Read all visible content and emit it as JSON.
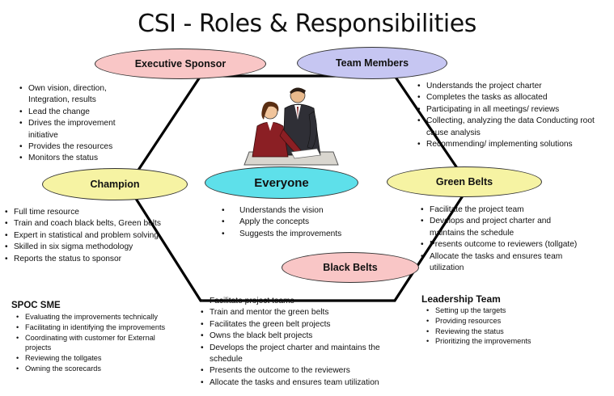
{
  "title": "CSI - Roles & Responsibilities",
  "colors": {
    "executive_sponsor": "#f9c6c6",
    "team_members": "#c6c6f2",
    "champion": "#f6f3a3",
    "green_belts": "#f6f3a3",
    "everyone": "#5ee0ea",
    "black_belts": "#f9c6c6"
  },
  "executive_sponsor": {
    "label": "Executive Sponsor",
    "items": [
      "Own vision, direction, Integration, results",
      "Lead the change",
      "Drives the improvement initiative",
      "Provides the resources",
      "Monitors the status"
    ]
  },
  "team_members": {
    "label": "Team Members",
    "items": [
      "Understands the project charter",
      "Completes the tasks as allocated",
      "Participating in all  meetings/ reviews",
      "Collecting, analyzing the data Conducting root cause analysis",
      "Recommending/ implementing solutions"
    ]
  },
  "champion": {
    "label": "Champion",
    "items": [
      "Full time resource",
      "Train and coach black belts, Green belts",
      "Expert in statistical and problem solving",
      "Skilled in six sigma methodology",
      "Reports the status to sponsor"
    ]
  },
  "everyone": {
    "label": "Everyone",
    "items": [
      "Understands the vision",
      "Apply the concepts",
      "Suggests the improvements"
    ]
  },
  "green_belts": {
    "label": "Green Belts",
    "items": [
      "Facilitate the project team",
      "Develops and project charter and maintains the schedule",
      "Presents outcome to reviewers (tollgate)",
      "Allocate the tasks and ensures team utilization"
    ]
  },
  "black_belts": {
    "label": "Black Belts",
    "items": [
      "Facilitate project teams",
      "Train and mentor the green belts",
      "Facilitates the green belt projects",
      "Owns the black belt projects",
      "Develops the project charter and maintains the schedule",
      "Presents the outcome to the reviewers",
      "Allocate the tasks and ensures team utilization"
    ]
  },
  "spoc_sme": {
    "label": "SPOC SME",
    "items": [
      "Evaluating the improvements technically",
      "Facilitating in identifying the improvements",
      "Coordinating with customer for External projects",
      "Reviewing the tollgates",
      "Owning the scorecards"
    ]
  },
  "leadership_team": {
    "label": "Leadership Team",
    "items": [
      "Setting up the targets",
      "Providing resources",
      "Reviewing the status",
      "Prioritizing the improvements"
    ]
  }
}
